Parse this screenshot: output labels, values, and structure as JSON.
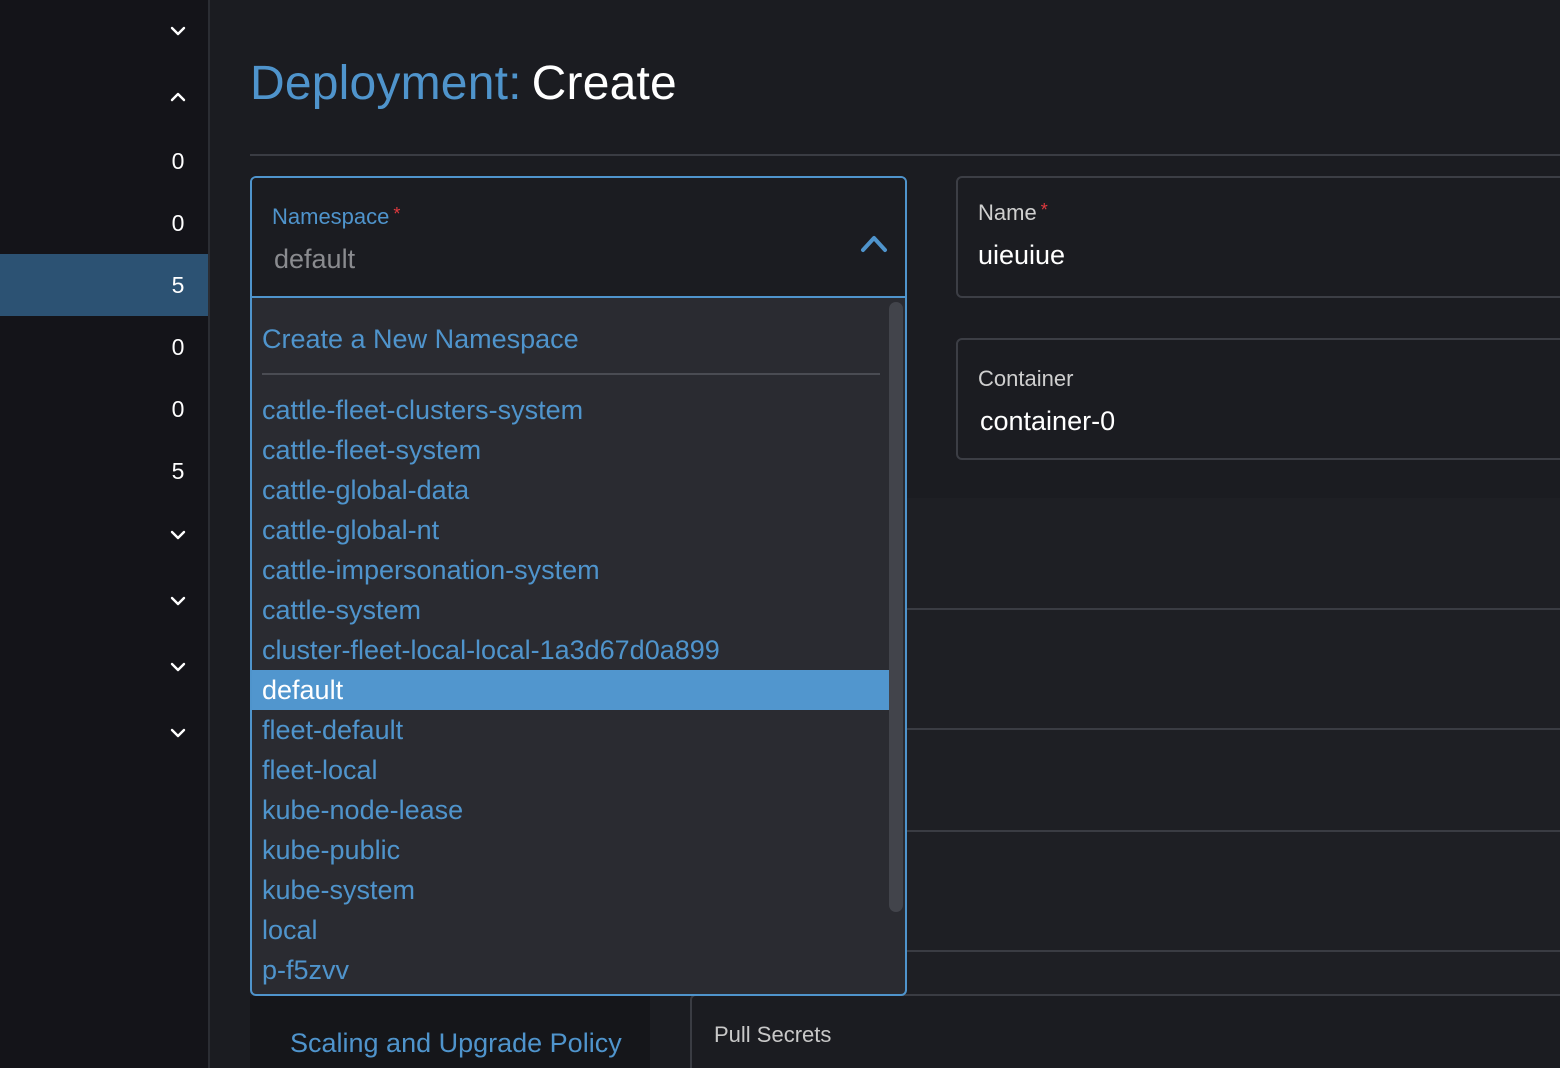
{
  "sidebar": {
    "items": [
      {
        "type": "chevron-down",
        "value": ""
      },
      {
        "type": "chevron-up",
        "value": ""
      },
      {
        "type": "count",
        "value": "0"
      },
      {
        "type": "count",
        "value": "0"
      },
      {
        "type": "count",
        "value": "5",
        "active": true
      },
      {
        "type": "count",
        "value": "0"
      },
      {
        "type": "count",
        "value": "0"
      },
      {
        "type": "count",
        "value": "5"
      },
      {
        "type": "chevron-down",
        "value": ""
      },
      {
        "type": "chevron-down",
        "value": ""
      },
      {
        "type": "chevron-down",
        "value": ""
      },
      {
        "type": "chevron-down",
        "value": ""
      }
    ]
  },
  "header": {
    "crumb": "Deployment:",
    "action": "Create"
  },
  "namespace": {
    "label": "Namespace",
    "required_mark": "*",
    "value": "default",
    "create_option": "Create a New Namespace",
    "options": [
      "cattle-fleet-clusters-system",
      "cattle-fleet-system",
      "cattle-global-data",
      "cattle-global-nt",
      "cattle-impersonation-system",
      "cattle-system",
      "cluster-fleet-local-local-1a3d67d0a899",
      "default",
      "fleet-default",
      "fleet-local",
      "kube-node-lease",
      "kube-public",
      "kube-system",
      "local",
      "p-f5zvv"
    ],
    "selected": "default"
  },
  "name_field": {
    "label": "Name",
    "required_mark": "*",
    "value": "uieuiue"
  },
  "container_field": {
    "label": "Container",
    "value": "container-0"
  },
  "tabs": {
    "scaling_label": "Scaling and Upgrade Policy"
  },
  "pull_secrets": {
    "label": "Pull Secrets"
  },
  "colors": {
    "accent": "#4f94cc",
    "selected_bg": "#5196ce",
    "sidebar_active": "#2c5273",
    "required": "#e0393e"
  }
}
